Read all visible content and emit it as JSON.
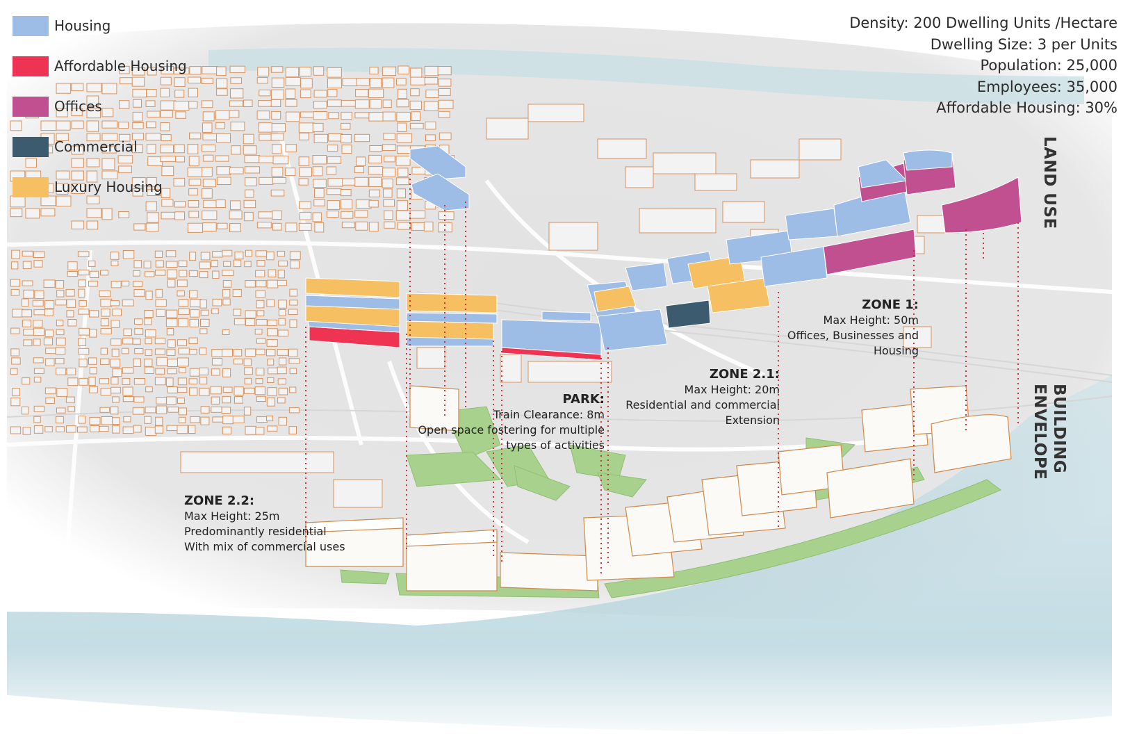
{
  "legend": [
    {
      "label": "Housing",
      "color": "#9ebde6"
    },
    {
      "label": "Affordable Housing",
      "color": "#ef3352"
    },
    {
      "label": "Offices",
      "color": "#c0508f"
    },
    {
      "label": "Commercial",
      "color": "#3d5b6e"
    },
    {
      "label": "Luxury Housing",
      "color": "#f6c062"
    }
  ],
  "stats": [
    "Density: 200 Dwelling Units /Hectare",
    "Dwelling Size: 3 per Units",
    "Population: 25,000",
    "Employees: 35,000",
    "Affordable Housing: 30%"
  ],
  "titles": {
    "land_use": "LAND USE",
    "building_envelope_1": "BUILDING",
    "building_envelope_2": "ENVELOPE"
  },
  "zones": {
    "zone1": {
      "title": "ZONE 1:",
      "lines": [
        "Max Height: 50m",
        "Offices, Businesses and",
        "Housing"
      ]
    },
    "zone21": {
      "title": "ZONE 2.1:",
      "lines": [
        "Max Height: 20m",
        "Residential and commercial",
        "Extension"
      ]
    },
    "park": {
      "title": "PARK:",
      "lines": [
        "Train Clearance: 8m",
        "Open space fostering for multiple",
        "types of activities"
      ]
    },
    "zone22": {
      "title": "ZONE 2.2:",
      "lines": [
        "Max Height: 25m",
        "Predominantly residential",
        "With mix of commercial uses"
      ]
    }
  },
  "colors": {
    "water": "#b9d8e2",
    "land": "#e3e3e3",
    "building_outline": "#d9925c",
    "park": "#a9d18e",
    "guide_line": "#d0202a"
  }
}
